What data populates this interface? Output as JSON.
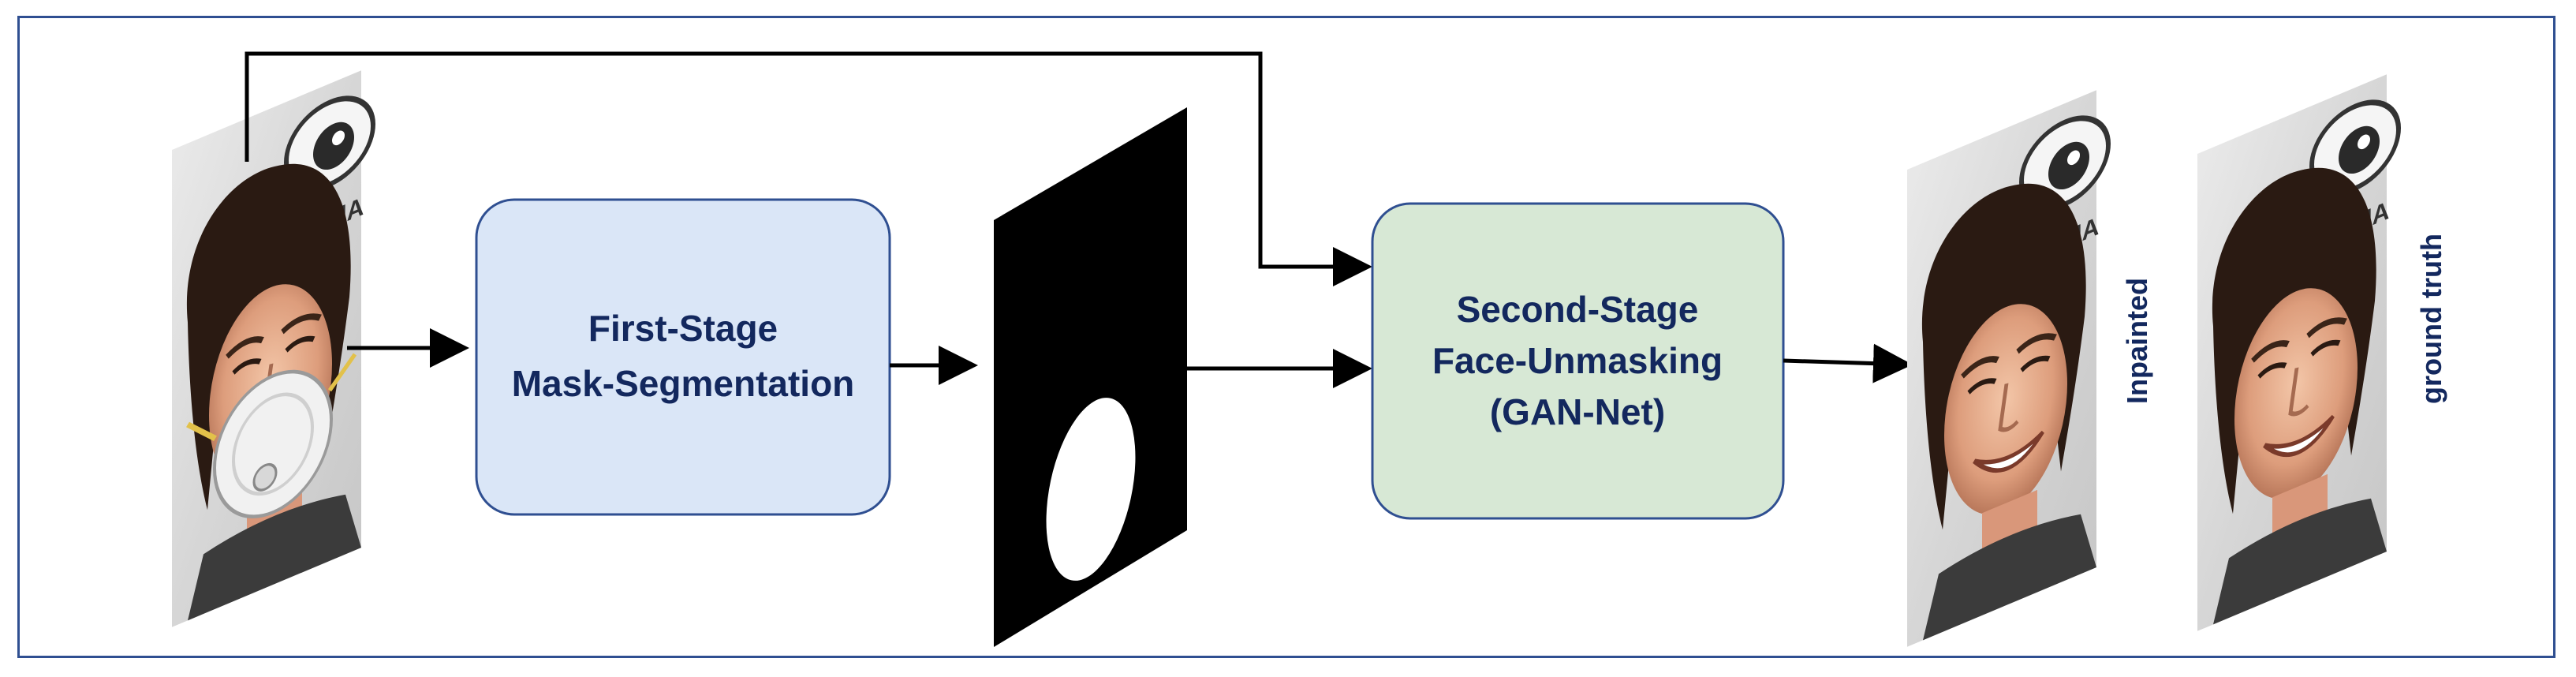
{
  "stages": {
    "first": {
      "lines": [
        "First-Stage",
        "Mask-Segmentation"
      ],
      "fill": "#dae6f7",
      "stroke": "#2f4f91"
    },
    "second": {
      "lines": [
        "Second-Stage",
        "Face-Unmasking",
        "(GAN-Net)"
      ],
      "fill": "#d7e8d5",
      "stroke": "#2f4f91"
    }
  },
  "labels": {
    "inpainted": "Inpainted",
    "ground_truth": "ground truth"
  },
  "colors": {
    "frame": "#2f4f91",
    "text": "#13285e",
    "arrow": "#000000",
    "mask_background": "#000000",
    "mask_region": "#ffffff"
  }
}
